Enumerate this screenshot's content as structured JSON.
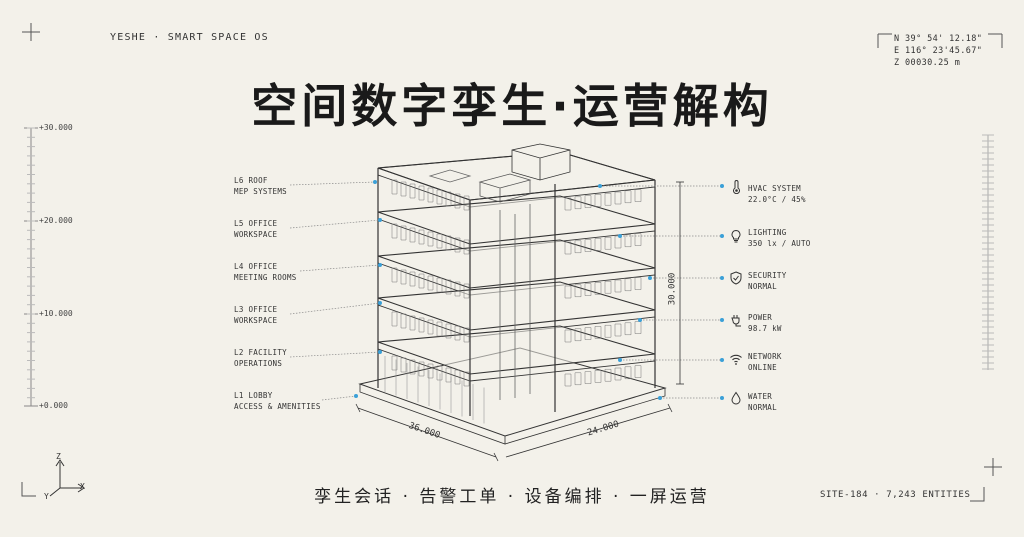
{
  "header": {
    "brand": "YESHE · SMART SPACE OS",
    "coords": [
      "N 39° 54' 12.18\"",
      "E 116° 23'45.67\"",
      "Z 00030.25 m"
    ]
  },
  "title": "空间数字孪生·运营解构",
  "scale": {
    "labels": [
      "+30.000",
      "+20.000",
      "+10.000",
      "+0.000"
    ]
  },
  "levels": [
    {
      "id": "L6",
      "name": "L6  ROOF",
      "desc": "MEP SYSTEMS"
    },
    {
      "id": "L5",
      "name": "L5  OFFICE",
      "desc": "WORKSPACE"
    },
    {
      "id": "L4",
      "name": "L4  OFFICE",
      "desc": "MEETING ROOMS"
    },
    {
      "id": "L3",
      "name": "L3  OFFICE",
      "desc": "WORKSPACE"
    },
    {
      "id": "L2",
      "name": "L2  FACILITY",
      "desc": "OPERATIONS"
    },
    {
      "id": "L1",
      "name": "L1  LOBBY",
      "desc": "ACCESS & AMENITIES"
    }
  ],
  "systems": [
    {
      "icon": "thermometer-icon",
      "name": "HVAC SYSTEM",
      "value": "22.0°C / 45%"
    },
    {
      "icon": "lightbulb-icon",
      "name": "LIGHTING",
      "value": "350 lx / AUTO"
    },
    {
      "icon": "shield-icon",
      "name": "SECURITY",
      "value": "NORMAL"
    },
    {
      "icon": "plug-icon",
      "name": "POWER",
      "value": "98.7 kW"
    },
    {
      "icon": "wifi-icon",
      "name": "NETWORK",
      "value": "ONLINE"
    },
    {
      "icon": "water-drop-icon",
      "name": "WATER",
      "value": "NORMAL"
    }
  ],
  "dimensions": {
    "width": "36.000",
    "depth": "24.000",
    "height": "30.000"
  },
  "axes": {
    "z": "Z",
    "x": "X",
    "y": "Y"
  },
  "tagline": "孪生会话 · 告警工单 · 设备编排 · 一屏运营",
  "footer": {
    "site": "SITE-184 · 7,243 ENTITIES"
  },
  "colors": {
    "background": "#f3f1ea",
    "accent": "#3aa0d8",
    "ink": "#222222"
  }
}
